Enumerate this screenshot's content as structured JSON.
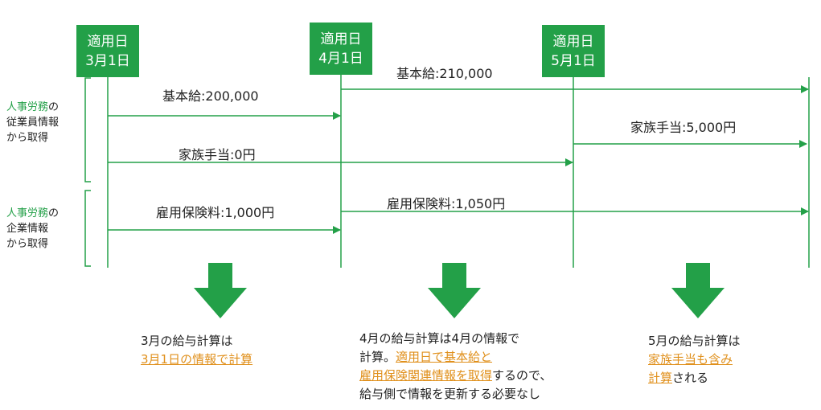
{
  "dates": [
    {
      "line1": "適用日",
      "line2": "3月1日"
    },
    {
      "line1": "適用日",
      "line2": "4月1日"
    },
    {
      "line1": "適用日",
      "line2": "5月1日"
    }
  ],
  "sources": {
    "employee": {
      "highlight": "人事労務",
      "suffix": "の",
      "line2": "従業員情報",
      "line3": "から取得"
    },
    "company": {
      "highlight": "人事労務",
      "suffix": "の",
      "line2": "企業情報",
      "line3": "から取得"
    }
  },
  "arrow_labels": {
    "base_200": "基本給:200,000",
    "base_210": "基本給:210,000",
    "family_0": "家族手当:0円",
    "family_5000": "家族手当:5,000円",
    "ins_1000": "雇用保険料:1,000円",
    "ins_1050": "雇用保険料:1,050円"
  },
  "notes": {
    "march": {
      "line1": "3月の給与計算は",
      "line2_u": "3月1日の情報で計算"
    },
    "april": {
      "line1": "4月の給与計算は4月の情報で",
      "line2_a": "計算。",
      "line2_u": "適用日で基本給と",
      "line3_u": "雇用保険関連情報を取得",
      "line3_b": "するので、",
      "line4": "給与側で情報を更新する必要なし"
    },
    "may": {
      "line1": "5月の給与計算は",
      "line2_u": "家族手当も含み",
      "line3_u": "計算",
      "line3_b": "される"
    }
  },
  "colors": {
    "green": "#23a048",
    "orange": "#e0901c"
  }
}
